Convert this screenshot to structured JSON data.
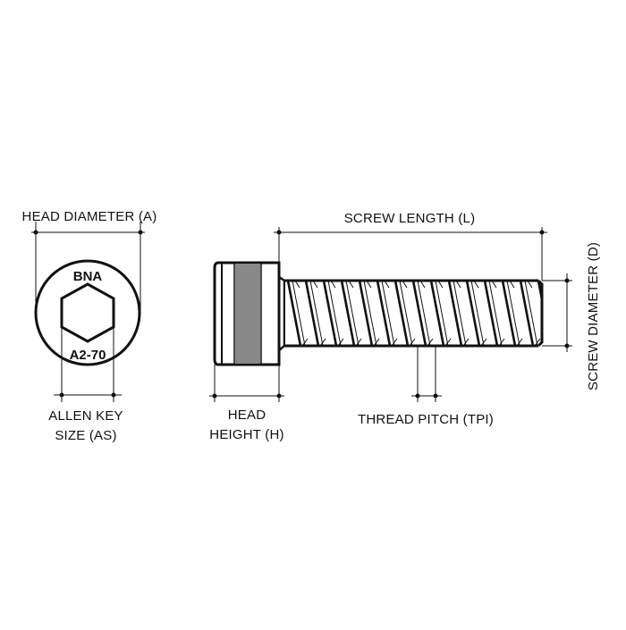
{
  "labels": {
    "head_diameter": "HEAD DIAMETER (A)",
    "screw_length": "SCREW LENGTH (L)",
    "screw_diameter": "SCREW DIAMETER (D)",
    "allen_key_line1": "ALLEN KEY",
    "allen_key_line2": "SIZE (AS)",
    "head_height_line1": "HEAD",
    "head_height_line2": "HEIGHT (H)",
    "thread_pitch": "THREAD PITCH (TPI)"
  },
  "head_markings": {
    "brand": "BNA",
    "grade": "A2-70"
  },
  "colors": {
    "line": "#111111",
    "background": "#ffffff"
  }
}
